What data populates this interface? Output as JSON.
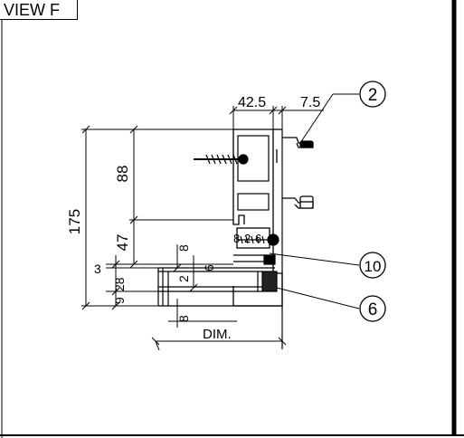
{
  "view_title": "VIEW F",
  "callouts": {
    "c2": "2",
    "c10": "10",
    "c6": "6"
  },
  "dimensions": {
    "top_width_1": "42.5",
    "top_width_2": "7.5",
    "overall_height": "175",
    "upper_height": "88",
    "middle_height": "47",
    "small_3": "3",
    "small_9": "9",
    "small_28": "28",
    "inner_8_top": "8",
    "inner_6": "6",
    "inner_2": "2",
    "inner_8_bottom": "8",
    "inner_8": "8",
    "inner_2b": "2",
    "inner_6b": "6",
    "dim_label": "DIM."
  }
}
